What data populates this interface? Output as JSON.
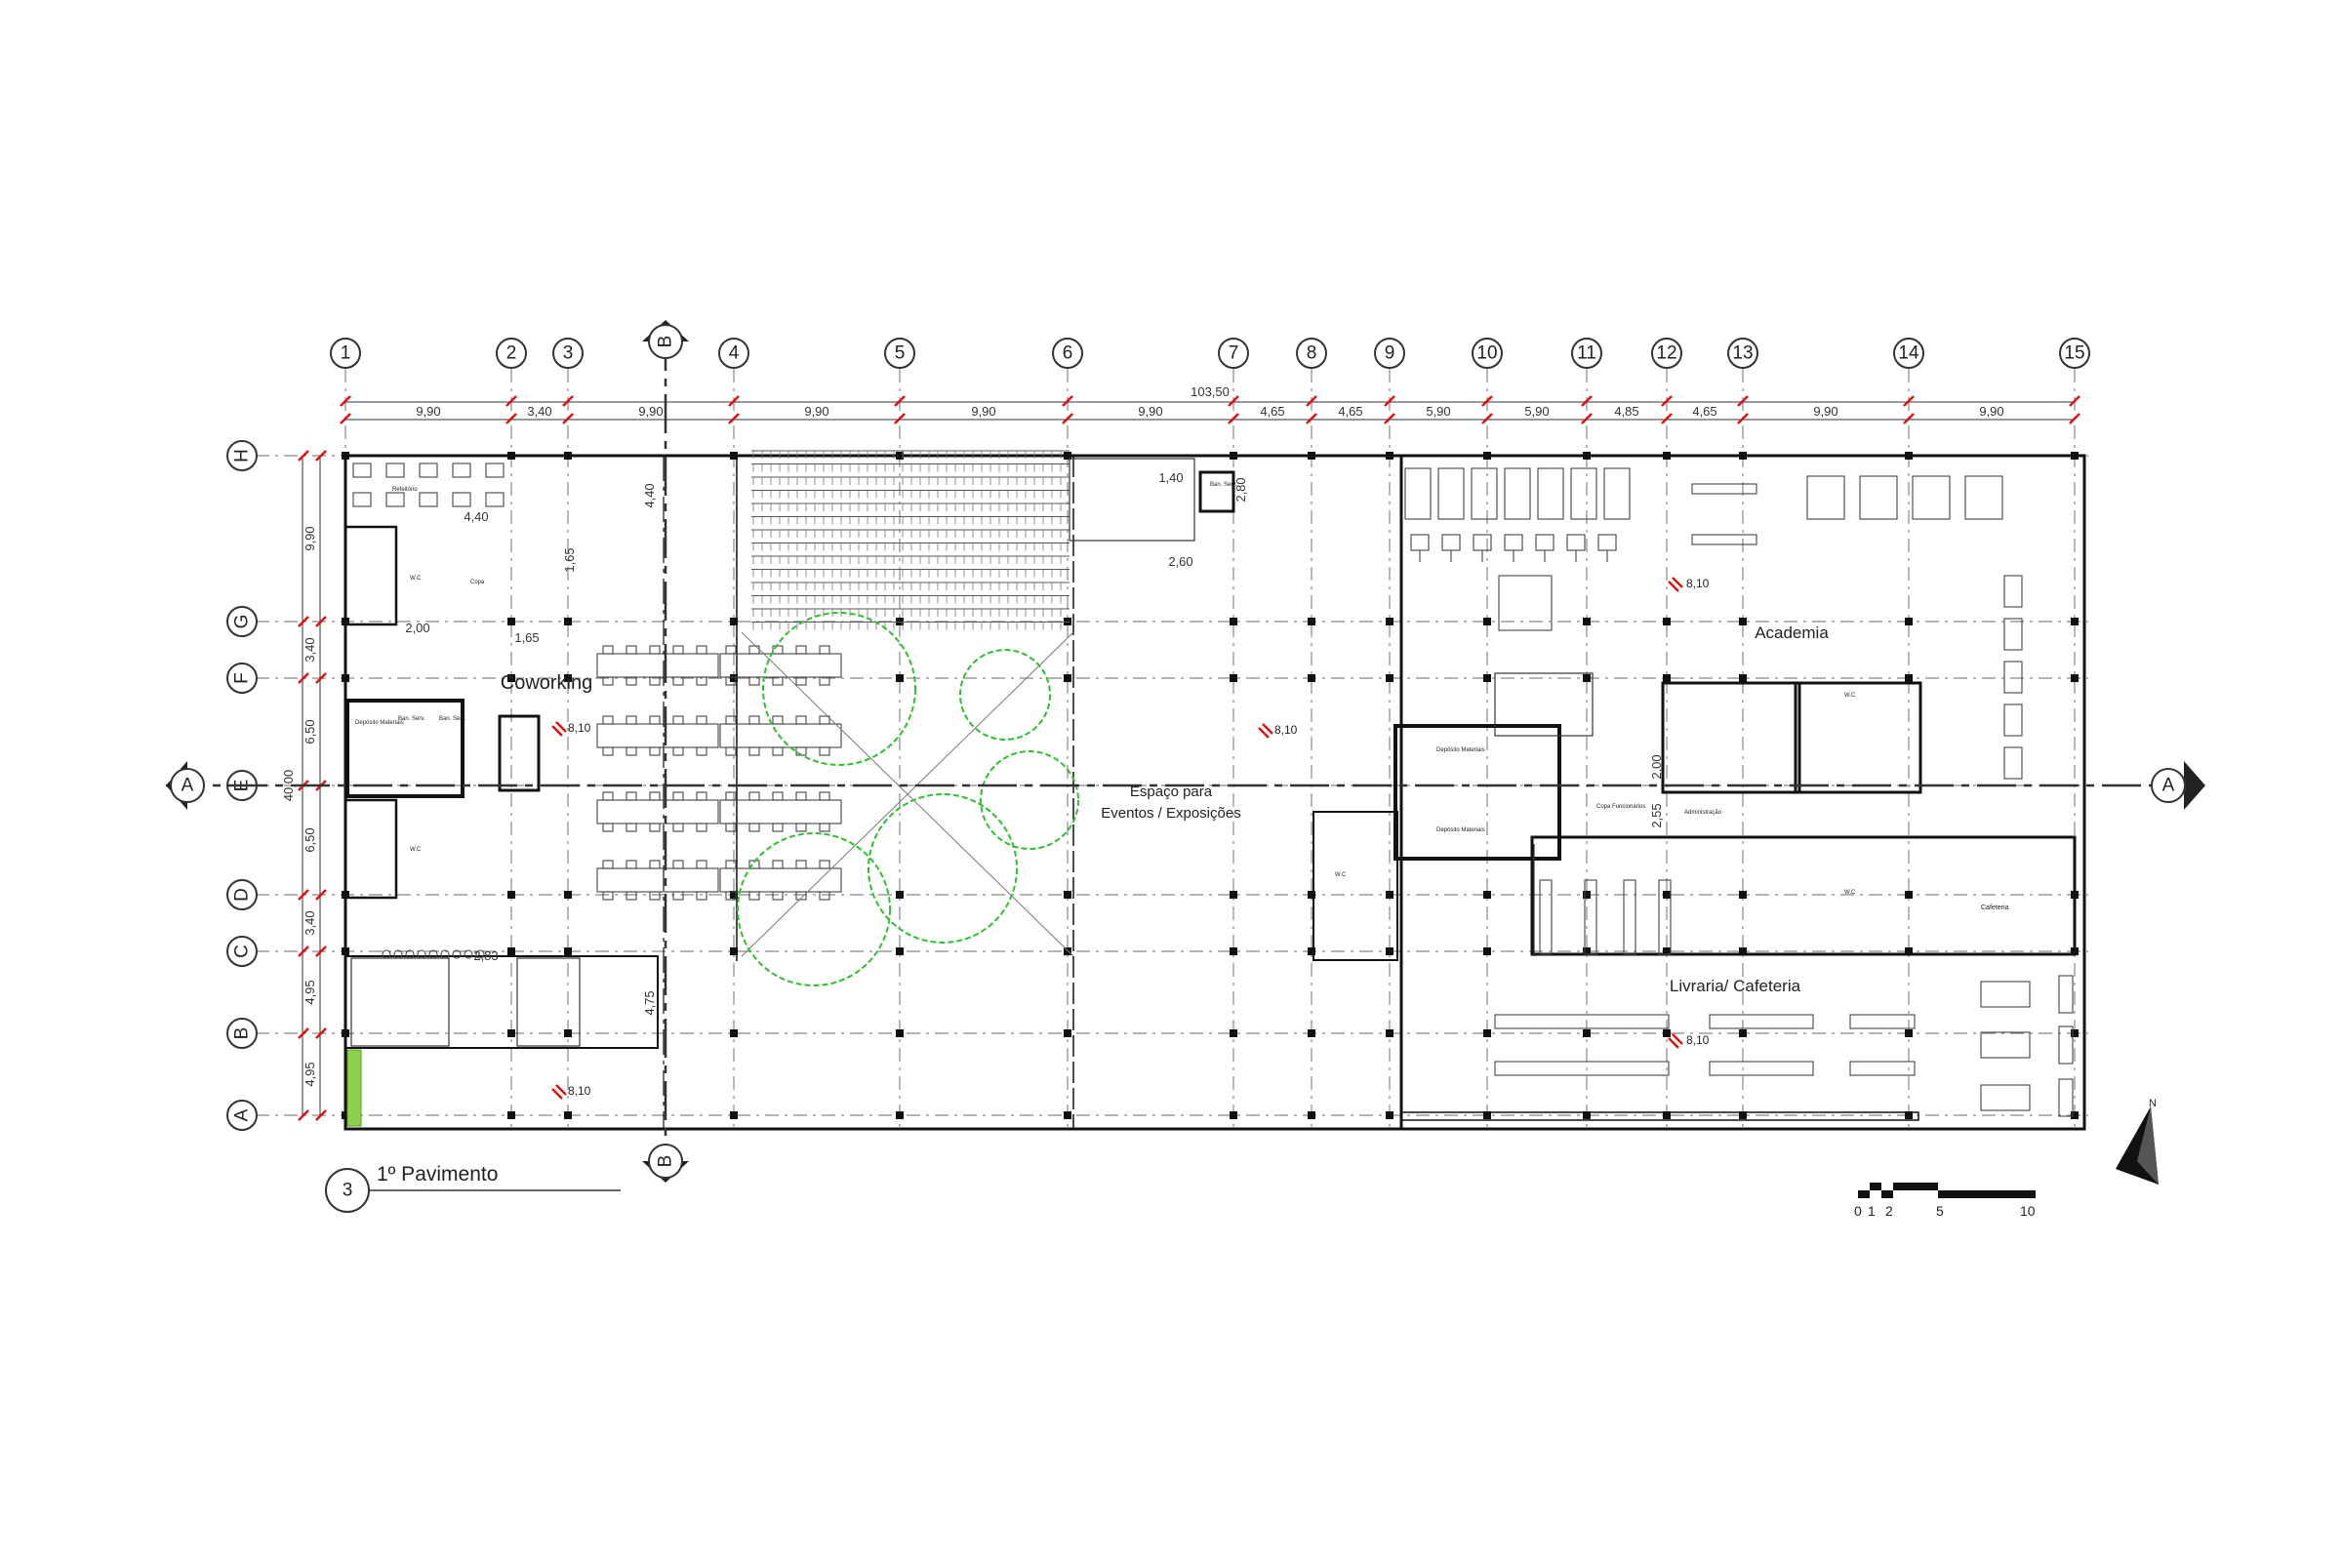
{
  "columns": [
    "1",
    "2",
    "3",
    "4",
    "5",
    "6",
    "7",
    "8",
    "9",
    "10",
    "11",
    "12",
    "13",
    "14",
    "15"
  ],
  "rows": [
    "H",
    "G",
    "F",
    "E",
    "D",
    "C",
    "B",
    "A"
  ],
  "top_dimensions": [
    "9,90",
    "3,40",
    "9,90",
    "9,90",
    "9,90",
    "9,90",
    "4,65",
    "4,65",
    "5,90",
    "5,90",
    "4,85",
    "4,65",
    "9,90",
    "9,90"
  ],
  "total_width": "103,50",
  "left_dimensions": [
    "9,90",
    "3,40",
    "6,50",
    "6,50",
    "3,40",
    "4,95",
    "4,95"
  ],
  "total_depth": "40,00",
  "section_a": "A",
  "section_b": "B",
  "rooms": {
    "coworking": "Coworking",
    "eventos_l1": "Espaço para",
    "eventos_l2": "Eventos / Exposições",
    "academia": "Academia",
    "livraria": "Livraria/ Cafeteria"
  },
  "level_marks": [
    "8,10",
    "8,10",
    "8,10",
    "8,10",
    "8,10"
  ],
  "inner_dims": [
    "4,40",
    "1,65",
    "1,65",
    "2,00",
    "2,83",
    "4,40",
    "4,75",
    "1,40",
    "2,80",
    "2,60",
    "2,00",
    "2,55"
  ],
  "small_labels": {
    "refeitorio": "Refeitório",
    "copa": "Copa",
    "wc": "W.C",
    "deposito_materiais": "Depósito Materiais",
    "banheiro_servico": "Ban. Serv.",
    "copa_funcionarios": "Copa Funcionários",
    "administracao": "Administração",
    "cafeteria": "Cafeteria"
  },
  "title_number": "3",
  "title": "1º Pavimento",
  "scale_labels": [
    "0",
    "1",
    "2",
    "5",
    "10"
  ],
  "north": "N"
}
